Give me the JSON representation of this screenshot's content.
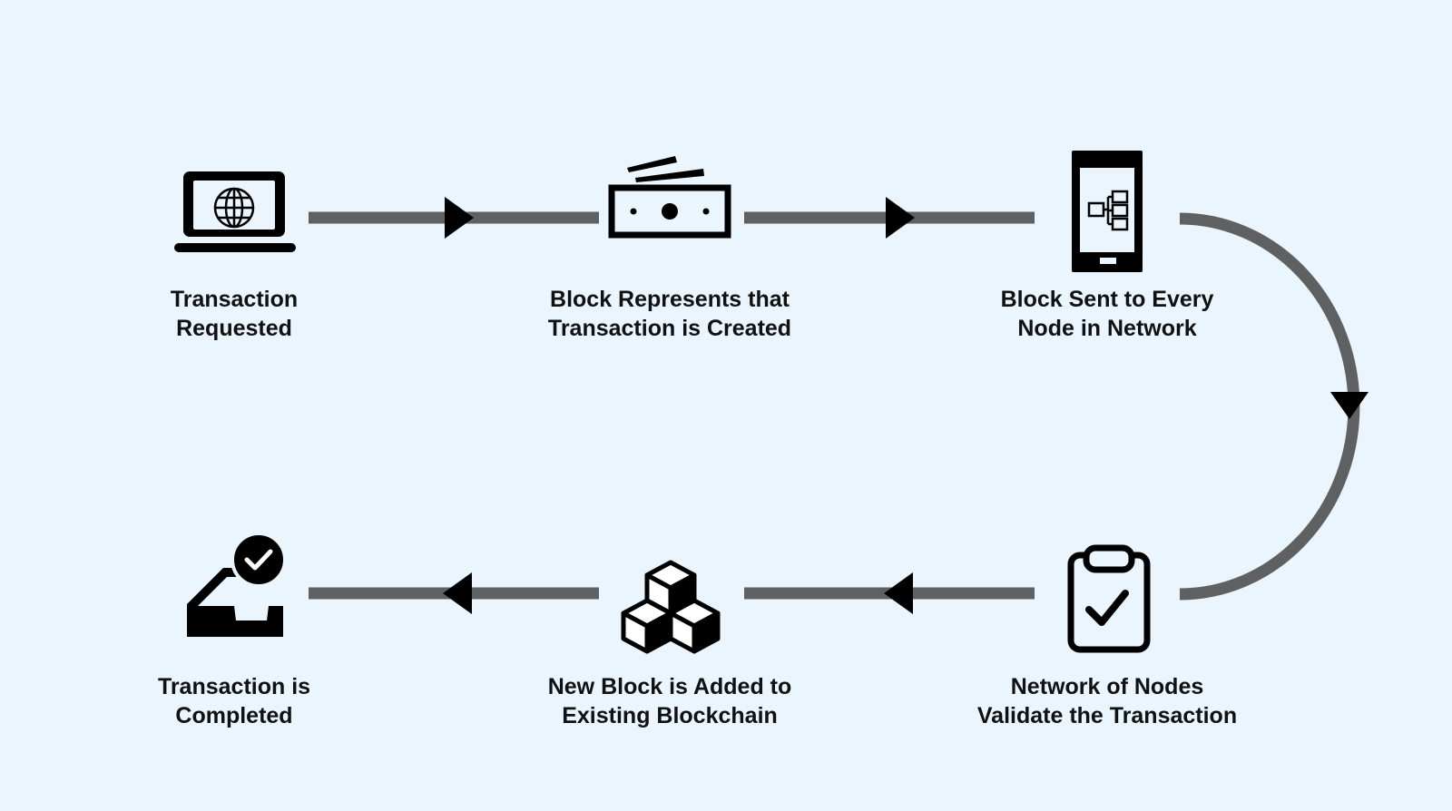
{
  "colors": {
    "background": "#eaf5fd",
    "icon": "#000000",
    "connector": "#5f6061",
    "text": "#111111"
  },
  "steps": [
    {
      "icon": "laptop-globe-icon",
      "label_lines": [
        "Transaction",
        "Requested"
      ]
    },
    {
      "icon": "cash-note-icon",
      "label_lines": [
        "Block Represents that",
        "Transaction is Created"
      ]
    },
    {
      "icon": "phone-network-icon",
      "label_lines": [
        "Block Sent to Every",
        "Node in Network"
      ]
    },
    {
      "icon": "clipboard-check-icon",
      "label_lines": [
        "Network of Nodes",
        "Validate the Transaction"
      ]
    },
    {
      "icon": "stacked-blocks-icon",
      "label_lines": [
        "New Block is Added to",
        "Existing Blockchain"
      ]
    },
    {
      "icon": "inbox-check-icon",
      "label_lines": [
        "Transaction is",
        "Completed"
      ]
    }
  ]
}
